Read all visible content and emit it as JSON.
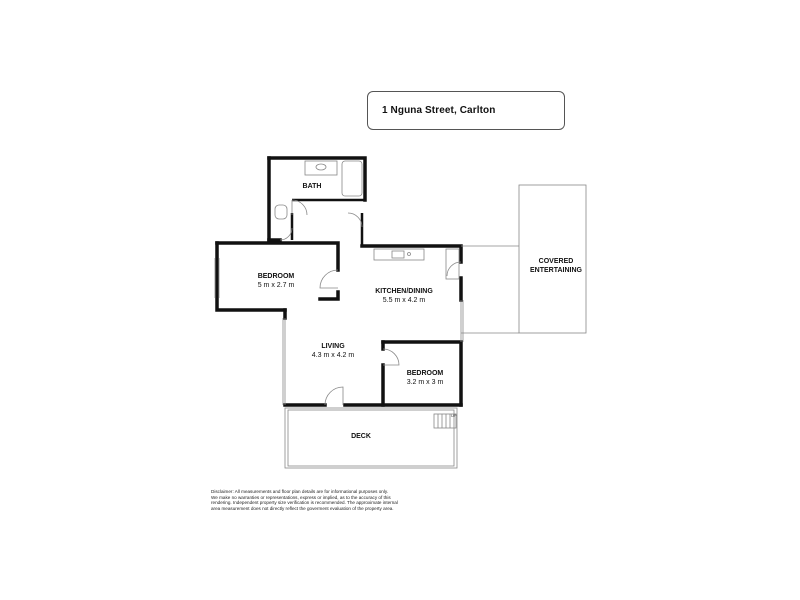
{
  "title": "1 Nguna Street, Carlton",
  "rooms": {
    "bath": {
      "name": "BATH"
    },
    "bedroom1": {
      "name": "BEDROOM",
      "dims": "5 m x 2.7 m"
    },
    "kitchen": {
      "name": "KITCHEN/DINING",
      "dims": "5.5 m x 4.2 m"
    },
    "living": {
      "name": "LIVING",
      "dims": "4.3 m x 4.2 m"
    },
    "bedroom2": {
      "name": "BEDROOM",
      "dims": "3.2 m x 3 m"
    },
    "deck": {
      "name": "DECK"
    },
    "covered": {
      "name_line1": "COVERED",
      "name_line2": "ENTERTAINING"
    }
  },
  "stairs_label": "UP",
  "disclaimer": {
    "line1": "Disclaimer: All measurements and floor plan details are for informational purposes only.",
    "line2": "We  make no warranties or representations, express or implied, as to the accuracy of this",
    "line3": "rendering. Independent property size verification is recommended. The approximate internal",
    "line4": "area measurement does not directly reflect the goverment evaluation of the property area."
  },
  "colors": {
    "wall": "#111111",
    "thin_line": "#888888",
    "background": "#ffffff"
  }
}
